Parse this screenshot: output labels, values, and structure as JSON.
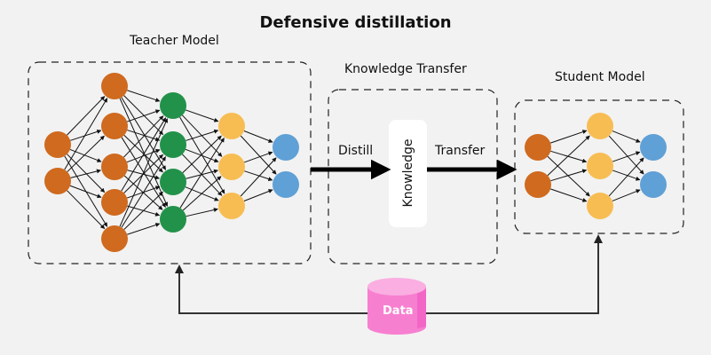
{
  "title": "Defensive distillation",
  "teacher": {
    "label": "Teacher Model",
    "layers": [
      {
        "color": "orange",
        "count": 2
      },
      {
        "color": "orange",
        "count": 5
      },
      {
        "color": "green",
        "count": 4
      },
      {
        "color": "yellow",
        "count": 3
      },
      {
        "color": "blue",
        "count": 2
      }
    ]
  },
  "knowledge_transfer": {
    "label": "Knowledge Transfer",
    "distill_label": "Distill",
    "knowledge_label": "Knowledge",
    "transfer_label": "Transfer"
  },
  "student": {
    "label": "Student Model",
    "layers": [
      {
        "color": "orange",
        "count": 2
      },
      {
        "color": "yellow",
        "count": 3
      },
      {
        "color": "blue",
        "count": 2
      }
    ]
  },
  "data_store": {
    "label": "Data"
  },
  "colors": {
    "orange": "#cf6a1f",
    "green": "#22924a",
    "yellow": "#f7bd52",
    "blue": "#5fa0d6",
    "data_pink": "#f77fd0",
    "data_pink_top": "#faaee1",
    "background": "#f2f2f2"
  }
}
